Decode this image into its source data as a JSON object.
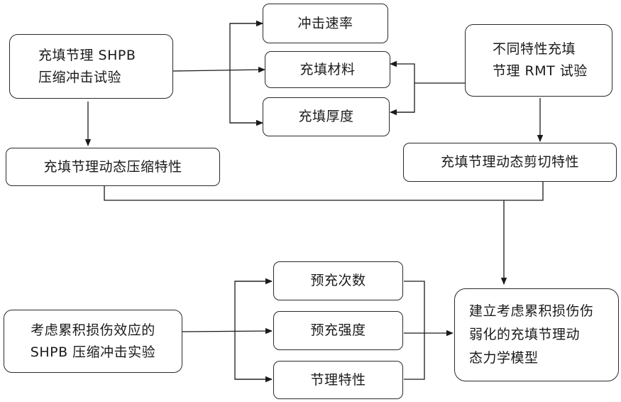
{
  "boxes": {
    "shpb_test": [
      "充填节理 SHPB",
      "压缩冲击试验"
    ],
    "impact_rate": "冲击速率",
    "fill_material": "充填材料",
    "fill_thickness": "充填厚度",
    "rmt_test": [
      "不同特性充填",
      "节理 RMT 试验"
    ],
    "dyn_compression": "充填节理动态压缩特性",
    "dyn_shear": "充填节理动态剪切特性",
    "cumulative_test": [
      "考虑累积损伤效应的",
      "SHPB 压缩冲击实验"
    ],
    "pre_count": "预充次数",
    "pre_strength": "预充强度",
    "joint_property": "节理特性",
    "model": [
      "建立考虑累积损伤伤",
      "弱化的充填节理动",
      "态力学模型"
    ]
  }
}
